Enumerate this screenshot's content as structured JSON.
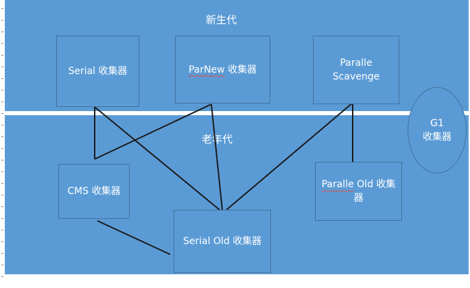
{
  "regions": {
    "young_gen": "新生代",
    "old_gen": "老年代"
  },
  "collectors": {
    "serial": "Serial 收集器",
    "parnew_name": "ParNew",
    "parnew_suffix": " 收集器",
    "parallel_scavenge_line1": "Paralle",
    "parallel_scavenge_line2": "Scavenge",
    "cms": "CMS 收集器",
    "serial_old": "Serial Old 收集器",
    "parallel_old_name": "Paralle",
    "parallel_old_suffix": " Old 收集器",
    "g1_line1": "G1",
    "g1_line2": "收集器"
  },
  "colors": {
    "background": "#5b9bd5",
    "box_border": "#41719c",
    "text": "#ffffff",
    "connector": "#1a1a1a",
    "spellcheck_underline": "#d9534f"
  },
  "connections": [
    [
      "serial",
      "cms"
    ],
    [
      "serial",
      "serial_old"
    ],
    [
      "parnew",
      "cms"
    ],
    [
      "parnew",
      "serial_old"
    ],
    [
      "parallel_scavenge",
      "serial_old"
    ],
    [
      "parallel_scavenge",
      "parallel_old"
    ],
    [
      "cms",
      "serial_old"
    ]
  ]
}
